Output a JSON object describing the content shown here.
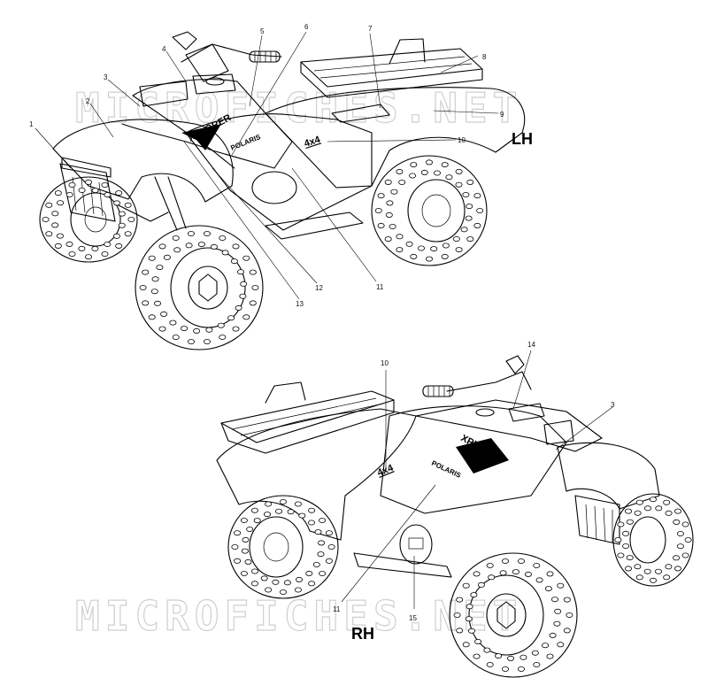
{
  "views": {
    "lh": {
      "label": "LH"
    },
    "rh": {
      "label": "RH"
    }
  },
  "watermark": {
    "top": "MICROFICHES.NET",
    "bottom": "MICROFICHES.NET"
  },
  "decals": {
    "xplorer": "XPLORER",
    "polaris": "POLARIS",
    "four_by_four": "4x4"
  },
  "callouts": {
    "lh": [
      "1",
      "2",
      "3",
      "4",
      "5",
      "6",
      "7",
      "8",
      "9",
      "10",
      "11",
      "12",
      "13",
      "11"
    ],
    "rh": [
      "10",
      "14",
      "3",
      "11",
      "15"
    ]
  }
}
